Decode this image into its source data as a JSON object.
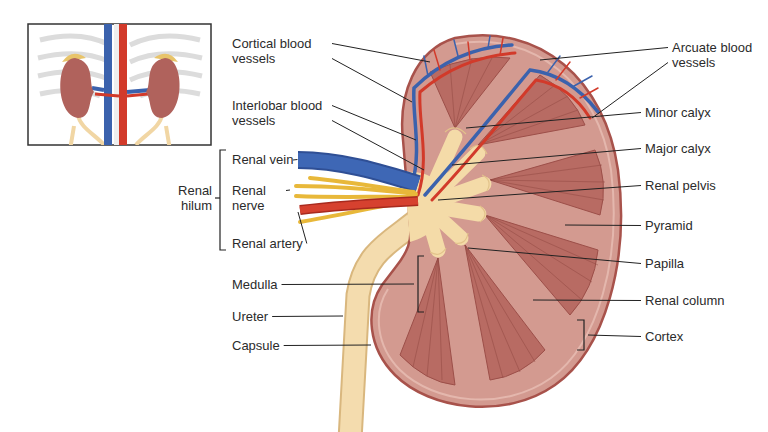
{
  "diagram": {
    "labels": [
      "Cortical blood vessels",
      "Interlobar blood vessels",
      "Renal vein",
      "Renal nerve",
      "Renal artery",
      "Renal hilum",
      "Medulla",
      "Ureter",
      "Capsule",
      "Arcuate blood vessels",
      "Minor calyx",
      "Major calyx",
      "Renal pelvis",
      "Pyramid",
      "Papilla",
      "Renal column",
      "Cortex"
    ]
  }
}
